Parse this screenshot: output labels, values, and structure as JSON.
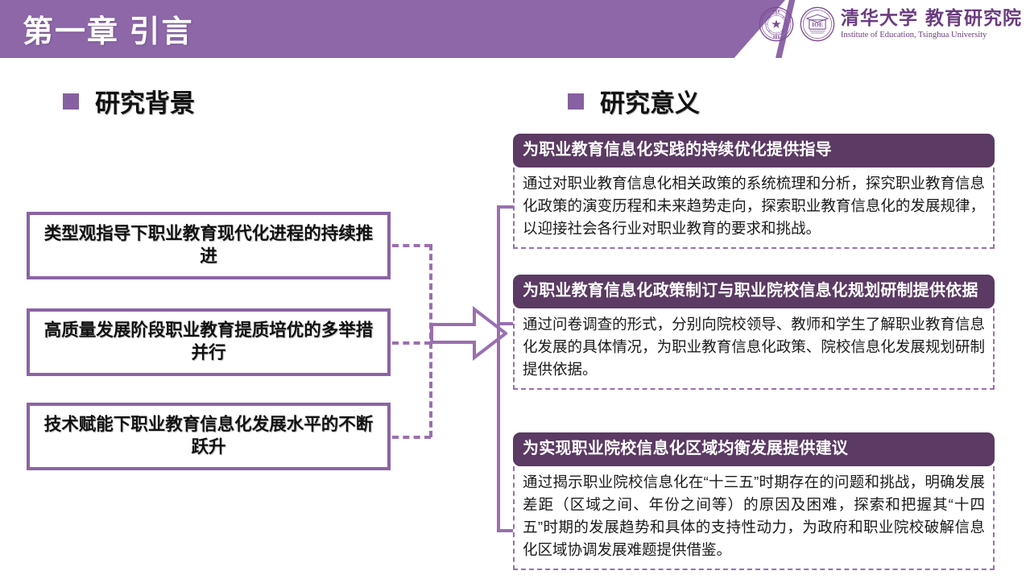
{
  "header": {
    "chapter_title": "第一章  引言",
    "logo": {
      "seal_primary": "tsinghua-university-seal",
      "seal_secondary": "institute-of-education-seal",
      "name_cn": "清华大学 教育研究院",
      "name_en": "Institute of Education, Tsinghua University"
    }
  },
  "sections": {
    "background": {
      "heading": "研究背景",
      "bullet": "square-bullet-icon",
      "items": [
        "类型观指导下职业教育现代化进程的持续推进",
        "高质量发展阶段职业教育提质培优的多举措并行",
        "技术赋能下职业教育信息化发展水平的不断跃升"
      ]
    },
    "significance": {
      "heading": "研究意义",
      "bullet": "square-bullet-icon",
      "items": [
        {
          "title": "为职业教育信息化实践的持续优化提供指导",
          "body": "通过对职业教育信息化相关政策的系统梳理和分析，探究职业教育信息化政策的演变历程和未来趋势走向，探索职业教育信息化的发展规律，以迎接社会各行业对职业教育的要求和挑战。"
        },
        {
          "title": "为职业教育信息化政策制订与职业院校信息化规划研制提供依据",
          "body": "通过问卷调查的形式，分别向院校领导、教师和学生了解职业教育信息化发展的具体情况，为职业教育信息化政策、院校信息化发展规划研制提供依据。"
        },
        {
          "title": "为实现职业院校信息化区域均衡发展提供建议",
          "body": "通过揭示职业院校信息化在“十三五”时期存在的问题和挑战，明确发展差距（区域之间、年份之间等）的原因及困难，探索和把握其“十四五”时期的发展趋势和具体的支持性动力，为政府和职业院校破解信息化区域协调发展难题提供借鉴。"
        }
      ]
    }
  },
  "connector": {
    "arrow": "right-arrow-icon",
    "left_bracket": "dashed-bracket",
    "right_bracket": "solid-bracket"
  },
  "colors": {
    "banner_purple": "#8d67a8",
    "header_bar_purple": "#5b3a63",
    "box_border_purple": "#8c63a5",
    "connector_purple": "#9a6fb0",
    "logo_purple": "#6b3c80"
  }
}
